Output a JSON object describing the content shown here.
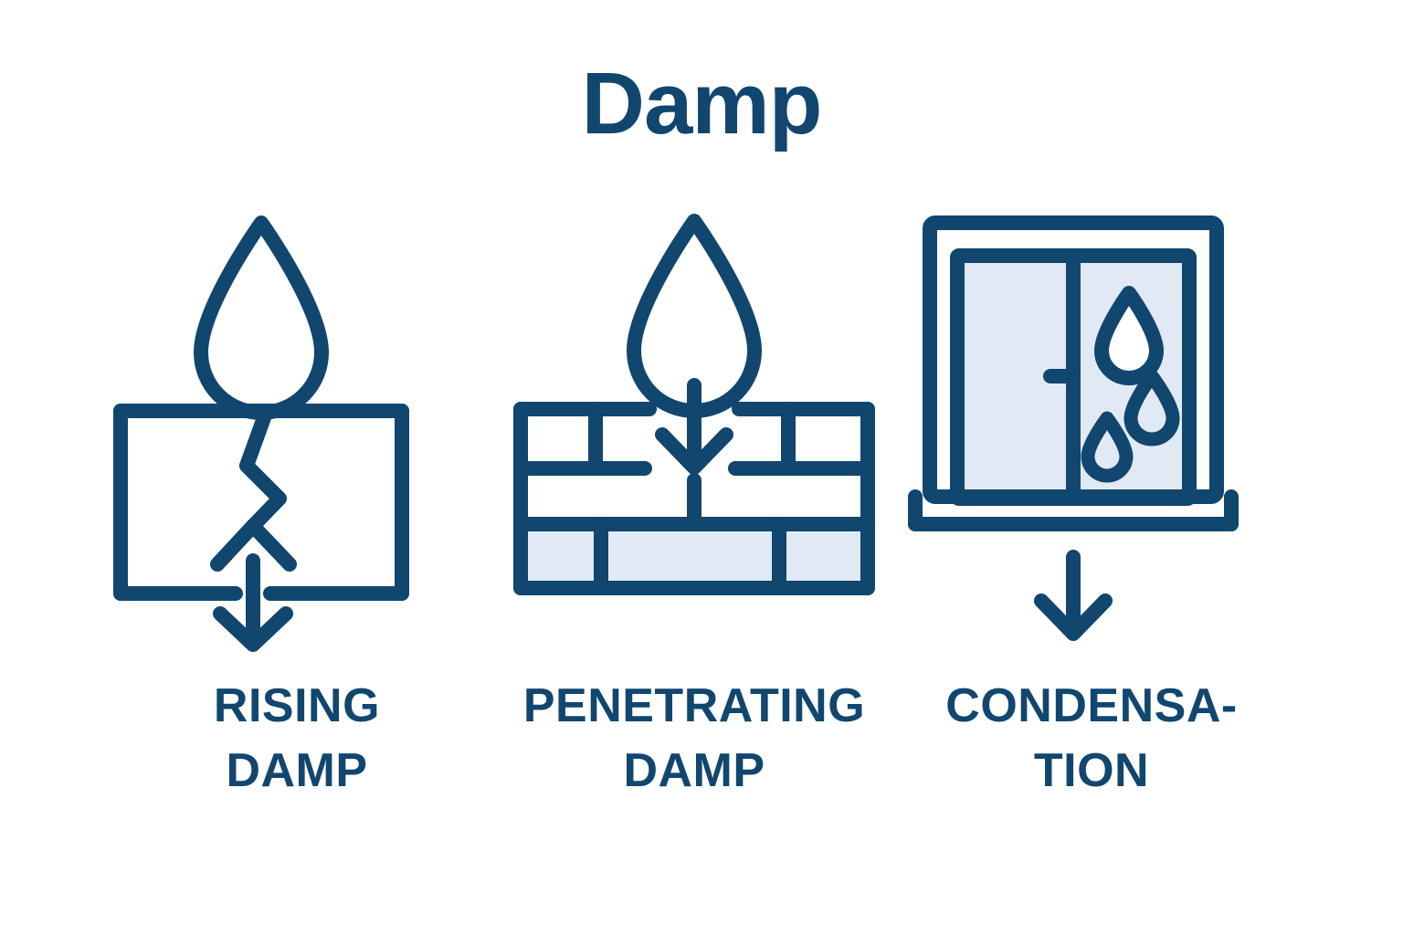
{
  "page": {
    "title": "Damp",
    "background_color": "#ffffff",
    "accent_color": "#11466f",
    "fill_color": "#e1eaf4"
  },
  "columns": [
    {
      "id": "rising",
      "icon_name": "rising-damp-icon",
      "icon_parts": [
        "water-droplet",
        "cracked-wall",
        "down-arrow"
      ],
      "caption_line1": "RISING",
      "caption_line2": "DAMP"
    },
    {
      "id": "penetrating",
      "icon_name": "penetrating-damp-icon",
      "icon_parts": [
        "water-droplet",
        "brick-wall",
        "down-arrow-through-bricks"
      ],
      "caption_line1": "PENETRATING",
      "caption_line2": "DAMP"
    },
    {
      "id": "condensation",
      "icon_name": "condensation-icon",
      "icon_parts": [
        "window-frame",
        "window-panes",
        "window-handle",
        "condensation-droplets",
        "down-arrow"
      ],
      "caption_line1": "CONDENSA-",
      "caption_line2": "TION"
    }
  ]
}
